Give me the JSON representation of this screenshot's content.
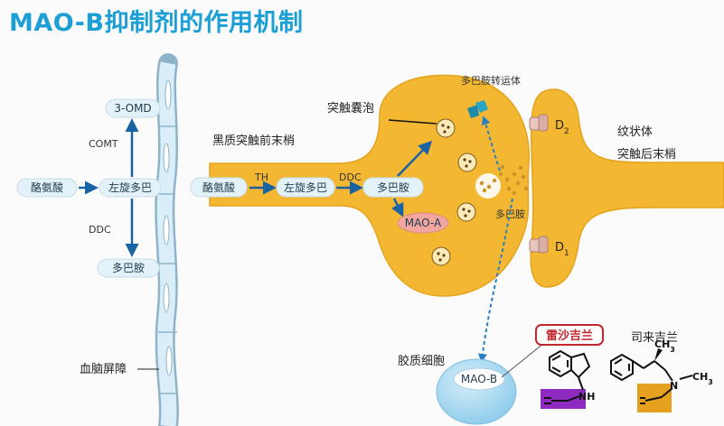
{
  "title": "MAO-B抑制剂的作用机制",
  "periphery": {
    "omd": "3-OMD",
    "comt": "COMT",
    "tyrosine": "酪氨酸",
    "ldopa": "左旋多巴",
    "ddc": "DDC",
    "dopamine": "多巴胺"
  },
  "bbb_label": "血脑屏障",
  "presynaptic": {
    "label": "黑质突触前末梢",
    "vesicle_label": "突触囊泡",
    "transporter_label": "多巴胺转运体",
    "tyrosine": "酪氨酸",
    "th": "TH",
    "ldopa": "左旋多巴",
    "ddc": "DDC",
    "dopamine": "多巴胺",
    "mao_a": "MAO-A"
  },
  "synapse": {
    "dopamine_label": "多巴胺"
  },
  "postsynaptic": {
    "label_line1": "纹状体",
    "label_line2": "突触后末梢",
    "d2": "D",
    "d2_sub": "2",
    "d1": "D",
    "d1_sub": "1"
  },
  "glia": {
    "label": "胶质细胞",
    "mao_b": "MAO-B"
  },
  "drugs": {
    "rasagiline": "雷沙吉兰",
    "selegiline": "司来吉兰",
    "nh": "NH",
    "n": "N",
    "ch3": "CH",
    "ch3_sub": "3"
  },
  "colors": {
    "title": "#1b9fd5",
    "neuron": "#f4b731",
    "pill": "#e3f1f8",
    "arrow": "#1a63a3",
    "mao_a": "#f1a7a0",
    "rasagiline_bg": "#ffffff",
    "rasagiline_border": "#c0262e",
    "rasagiline_highlight": "#8e2abf",
    "selegiline_highlight": "#e5a11d"
  }
}
